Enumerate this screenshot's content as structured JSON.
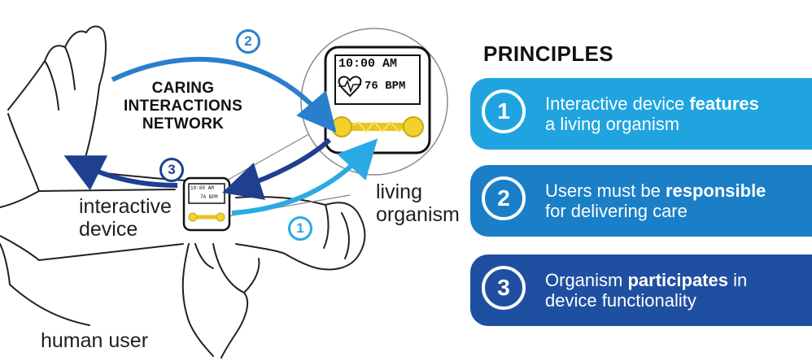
{
  "diagram": {
    "network_label": [
      "CARING",
      "INTERACTIONS",
      "NETWORK"
    ],
    "labels": {
      "interactive_device": [
        "interactive",
        "device"
      ],
      "living_organism": [
        "living",
        "organism"
      ],
      "human_user": "human user"
    },
    "badges": {
      "one": "1",
      "two": "2",
      "three": "3"
    },
    "watch_zoom": {
      "time": "10:00 AM",
      "bpm": "76 BPM"
    },
    "watch_small": {
      "time": "10:00 AM",
      "bpm": "76 BPM"
    }
  },
  "principles": {
    "title": "PRINCIPLES",
    "items": [
      {
        "num": "1",
        "pre": "Interactive device ",
        "bold": "features",
        "post": "a living organism",
        "color": "#1fa4e0"
      },
      {
        "num": "2",
        "pre": "Users must be ",
        "bold": "responsible",
        "post": "for delivering care",
        "color": "#1a7fc6"
      },
      {
        "num": "3",
        "pre": "Organism ",
        "bold": "participates",
        "post_inline": " in",
        "post": "device functionality",
        "color": "#1f4fa0"
      }
    ]
  },
  "colors": {
    "arrow_light": "#2aaae5",
    "arrow_mid": "#2a7fcc",
    "arrow_dark": "#1f3f8f",
    "organism_yellow": "#f2d12e"
  }
}
